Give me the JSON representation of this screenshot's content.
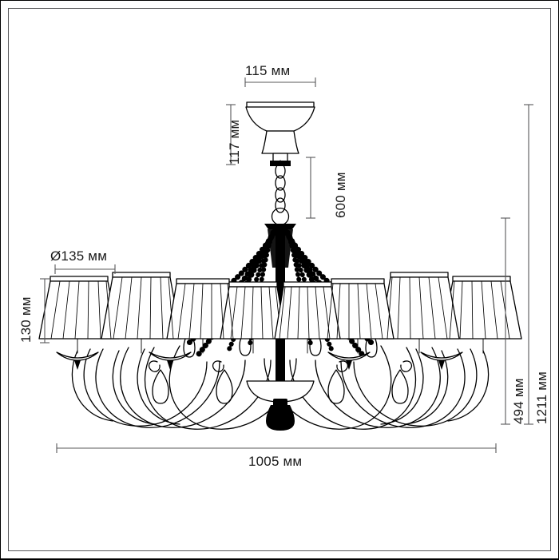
{
  "drawing": {
    "title": "Chandelier technical dimension drawing",
    "unit": "мм",
    "subject": "chandelier",
    "line_color": "#58585a",
    "art_color": "#000000",
    "background": "#ffffff"
  },
  "dimensions": {
    "canopy_width": "115 мм",
    "canopy_height": "117 мм",
    "chain_length": "600 мм",
    "shade_diameter": "Ø135 мм",
    "shade_height": "130 мм",
    "body_height": "494 мм",
    "total_height": "1211 мм",
    "total_width": "1005 мм"
  },
  "chart_data": {
    "type": "table",
    "title": "Chandelier dimensions",
    "categories": [
      "canopy width",
      "canopy height",
      "chain length",
      "shade diameter",
      "shade height",
      "fixture body height",
      "total height",
      "total width"
    ],
    "values": [
      115,
      117,
      600,
      135,
      130,
      494,
      1211,
      1005
    ],
    "unit": "мм",
    "labels": [
      "115 мм",
      "117 мм",
      "600 мм",
      "Ø135 мм",
      "130 мм",
      "494 мм",
      "1211 мм",
      "1005 мм"
    ],
    "xlabel": "",
    "ylabel": "millimetres"
  }
}
